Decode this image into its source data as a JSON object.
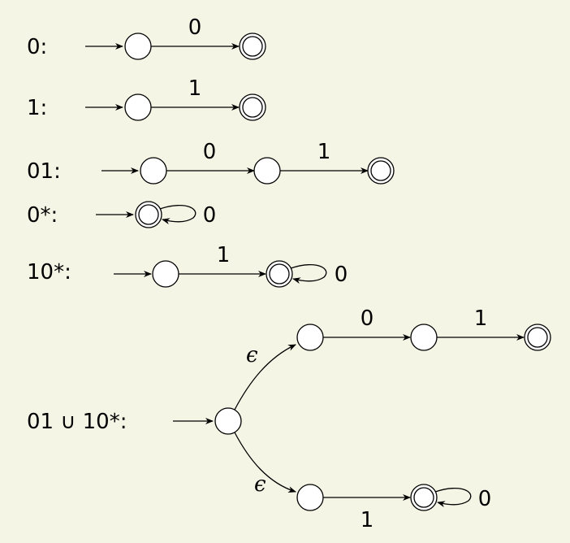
{
  "diagrams": [
    {
      "label": "0:",
      "transitions": [
        "0"
      ]
    },
    {
      "label": "1:",
      "transitions": [
        "1"
      ]
    },
    {
      "label": "01:",
      "transitions": [
        "0",
        "1"
      ]
    },
    {
      "label": "0*:",
      "loop": "0"
    },
    {
      "label": "10*:",
      "transitions": [
        "1"
      ],
      "loop": "0"
    },
    {
      "label": "01 ∪ 10*:",
      "upper_branch": {
        "epsilon": "ϵ",
        "transitions": [
          "0",
          "1"
        ]
      },
      "lower_branch": {
        "epsilon": "ϵ",
        "transitions": [
          "1"
        ],
        "loop": "0"
      }
    }
  ]
}
